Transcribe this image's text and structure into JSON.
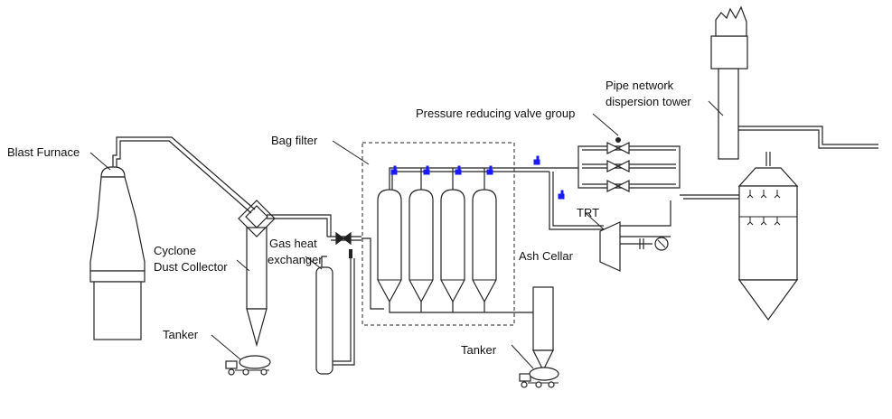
{
  "labels": {
    "blast_furnace": "Blast Furnace",
    "cyclone_line1": "Cyclone",
    "cyclone_line2": "Dust Collector",
    "tanker_left": "Tanker",
    "tanker_right": "Tanker",
    "gas_heat_line1": "Gas heat",
    "gas_heat_line2": "exchanger",
    "bag_filter": "Bag filter",
    "pressure_valve_group": "Pressure reducing valve group",
    "pipe_network_line1": "Pipe network",
    "pipe_network_line2": "dispersion tower",
    "trt": "TRT",
    "ash_cellar": "Ash Cellar"
  },
  "colors": {
    "line": "#222222",
    "sensor": "#1a1aff"
  }
}
